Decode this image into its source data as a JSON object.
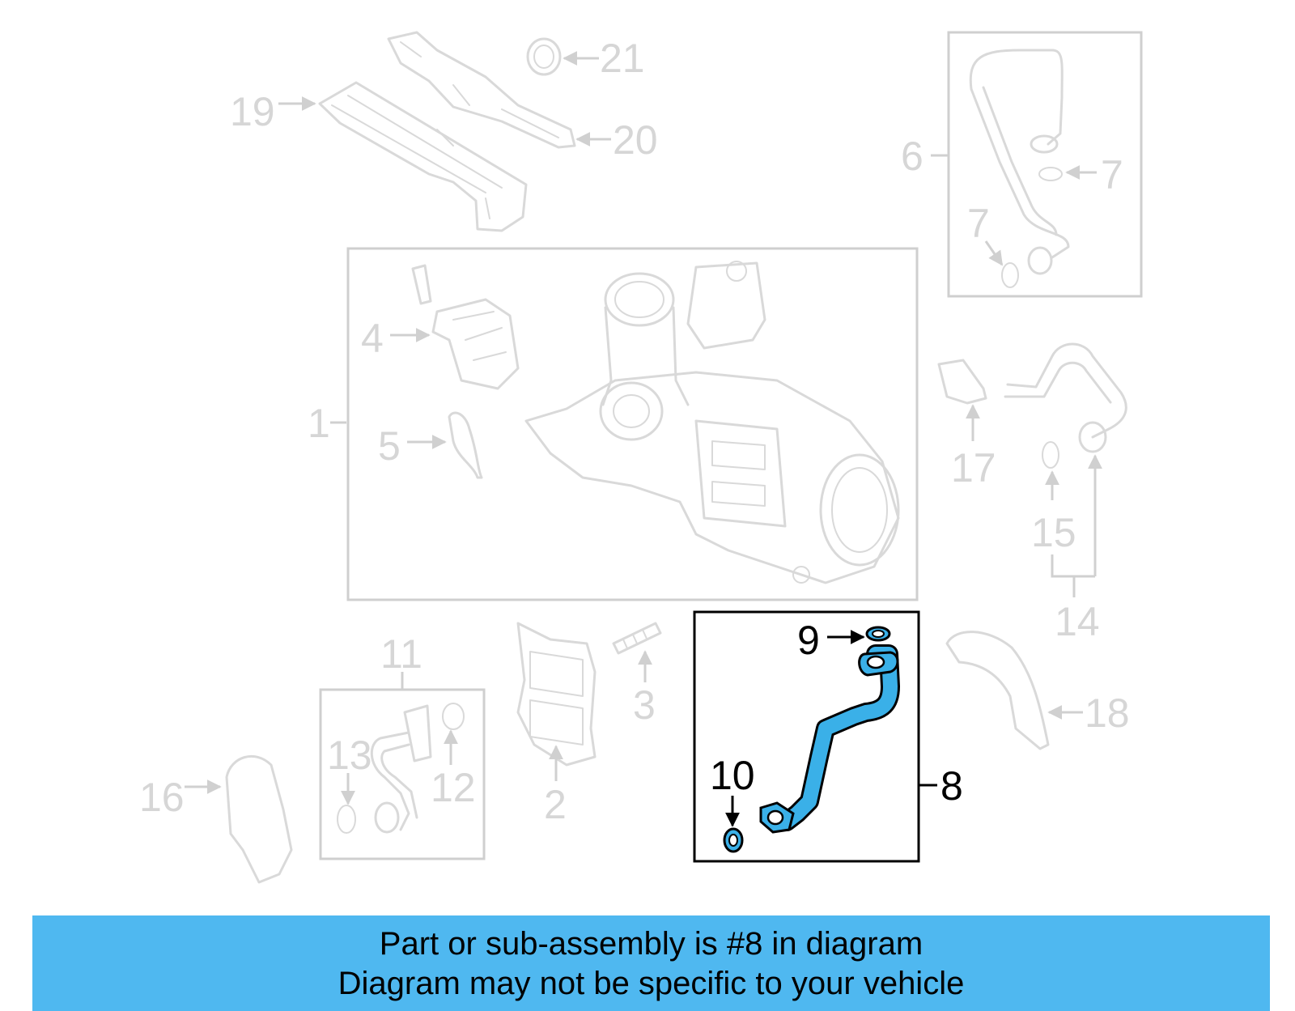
{
  "colors": {
    "banner_bg": "#4fb8f0",
    "highlight": "#3ab0e8",
    "inactive_line": "#d9d9d9",
    "active_line": "#000000"
  },
  "callouts": {
    "n1": "1",
    "n2": "2",
    "n3": "3",
    "n4": "4",
    "n5": "5",
    "n6": "6",
    "n7a": "7",
    "n7b": "7",
    "n8": "8",
    "n9": "9",
    "n10": "10",
    "n11": "11",
    "n12": "12",
    "n13": "13",
    "n14": "14",
    "n15": "15",
    "n16": "16",
    "n17": "17",
    "n18": "18",
    "n19": "19",
    "n20": "20",
    "n21": "21"
  },
  "banner": {
    "line1": "Part or sub-assembly is #8 in diagram",
    "line2": "Diagram may not be specific to your vehicle"
  }
}
